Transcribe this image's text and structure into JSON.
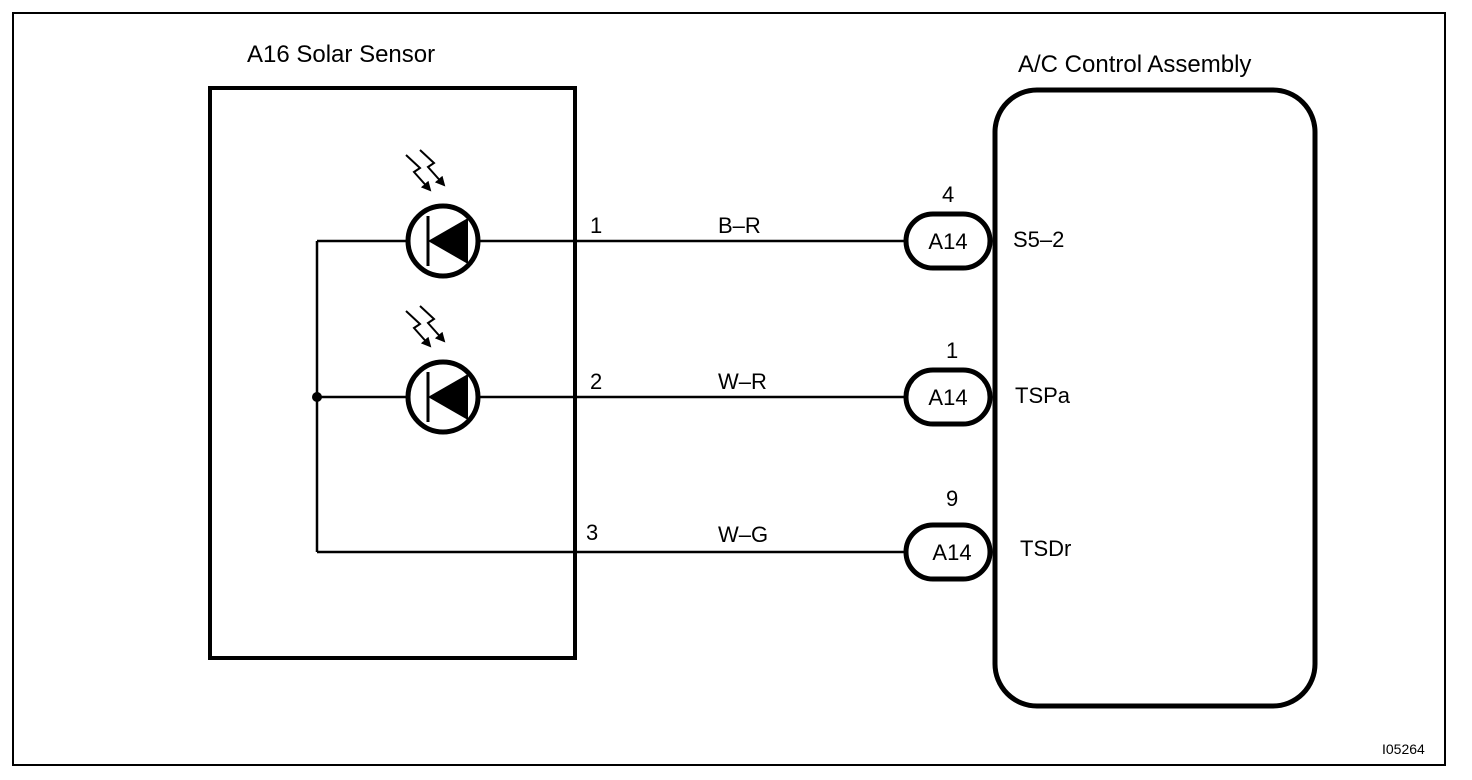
{
  "sensor": {
    "title": "A16 Solar Sensor"
  },
  "controller": {
    "title": "A/C Control Assembly"
  },
  "connector_code": "A14",
  "wires": [
    {
      "sensor_pin": "1",
      "color": "B–R",
      "connector_pin": "4",
      "terminal": "S5–2"
    },
    {
      "sensor_pin": "2",
      "color": "W–R",
      "connector_pin": "1",
      "terminal": "TSPa"
    },
    {
      "sensor_pin": "3",
      "color": "W–G",
      "connector_pin": "9",
      "terminal": "TSDr"
    }
  ],
  "figure_id": "I05264"
}
